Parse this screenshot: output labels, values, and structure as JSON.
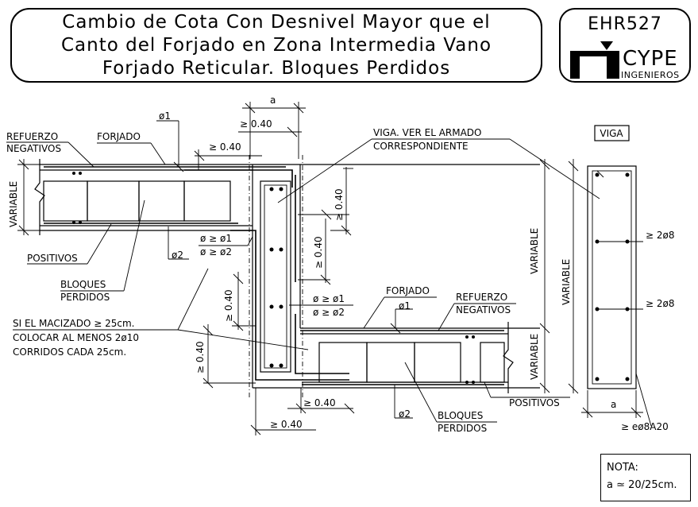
{
  "title": {
    "line1": "Cambio de Cota Con Desnivel Mayor que el",
    "line2": "Canto del Forjado en Zona Intermedia Vano",
    "line3": "Forjado Reticular. Bloques Perdidos"
  },
  "logo": {
    "code": "EHR527",
    "brand": "CYPE",
    "subbrand": "INGENIEROS"
  },
  "labels": {
    "a_top": "a",
    "ge040_top": "≥ 0.40",
    "phi1_top": "ø1",
    "ge040_second": "≥ 0.40",
    "refuerzo_neg_1a": "REFUERZO",
    "refuerzo_neg_1b": "NEGATIVOS",
    "forjado_top": "FORJADO",
    "viga_note_1": "VIGA. VER EL ARMADO",
    "viga_note_2": "CORRESPONDIENTE",
    "viga_box": "VIGA",
    "variable_left": "VARIABLE",
    "ge040_vert_right": "≥ 0.40",
    "ge040_vert_mid": "≥ 0.40",
    "phi_ge_1_a": "ø ≥ ø1",
    "phi_ge_2_a": "ø ≥ ø2",
    "phi2_left": "ø2",
    "positivos_left": "POSITIVOS",
    "bloques_1a": "BLOQUES",
    "bloques_1b": "PERDIDOS",
    "ge040_vert_left": "≥ 0.40",
    "phi_ge_1_b": "ø ≥ ø1",
    "phi_ge_2_b": "ø ≥ ø2",
    "forjado_low": "FORJADO",
    "phi1_low": "ø1",
    "refuerzo_neg_2a": "REFUERZO",
    "refuerzo_neg_2b": "NEGATIVOS",
    "si_macizado": "SI  EL  MACIZADO ≥ 25cm.",
    "colocar": "COLOCAR  AL  MENOS  2ø10",
    "corridos": "CORRIDOS  CADA  25cm.",
    "ge040_vert_low": "≥ 0.40",
    "variable_right_up": "VARIABLE",
    "variable_right_low": "VARIABLE",
    "variable_beam": "VARIABLE",
    "ge2o8_a": "≥ 2ø8",
    "ge2o8_b": "≥ 2ø8",
    "positivos_right": "POSITIVOS",
    "ge040_bottom_a": "≥ 0.40",
    "ge040_bottom_b": "≥ 0.40",
    "phi2_low": "ø2",
    "bloques_2a": "BLOQUES",
    "bloques_2b": "PERDIDOS",
    "a_beam": "a",
    "stirrups": "≥ eø8A20"
  },
  "nota": {
    "label": "NOTA:",
    "value": "a ≃ 20/25cm."
  }
}
